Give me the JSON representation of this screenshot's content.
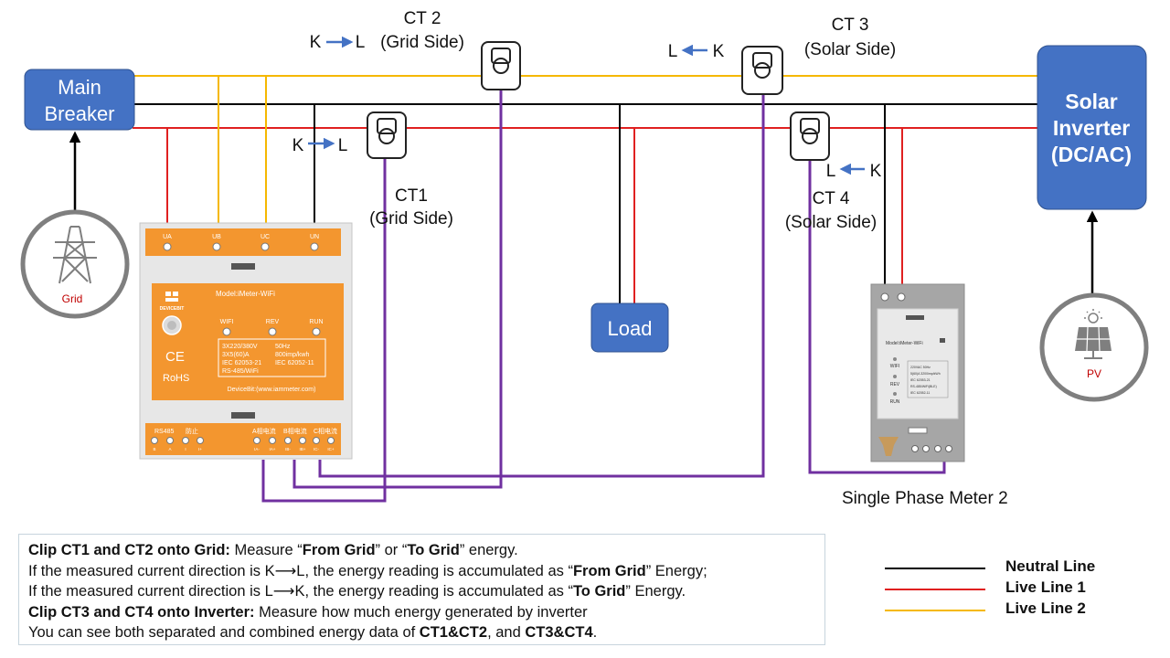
{
  "colors": {
    "neutral": "#000000",
    "live1": "#e02020",
    "live2": "#f5b800",
    "ct_wire": "#7030a0",
    "box_blue": "#4472c4",
    "meter_orange": "#f3962f",
    "arrow_blue": "#4472c4"
  },
  "icons": [
    "pylon-icon",
    "solar-panel-icon",
    "ct-clamp-icon",
    "arrow-right-icon",
    "arrow-left-icon",
    "ce-mark-icon",
    "devicebit-logo-icon"
  ],
  "main_breaker": {
    "line1": "Main",
    "line2": "Breaker"
  },
  "solar_inverter": {
    "line1": "Solar",
    "line2": "Inverter",
    "line3": "(DC/AC)"
  },
  "load": "Load",
  "grid_label": "Grid",
  "pv_label": "PV",
  "ct1": {
    "name": "CT1",
    "side": "(Grid Side)",
    "dir_from": "K",
    "dir_to": "L"
  },
  "ct2": {
    "name": "CT 2",
    "side": "(Grid Side)",
    "dir_from": "K",
    "dir_to": "L"
  },
  "ct3": {
    "name": "CT 3",
    "side": "(Solar Side)",
    "dir_from": "L",
    "dir_to": "K"
  },
  "ct4": {
    "name": "CT 4",
    "side": "(Solar Side)",
    "dir_from": "L",
    "dir_to": "K"
  },
  "meter1": {
    "top_terminals": [
      "UA",
      "UB",
      "UC",
      "UN"
    ],
    "model": "Model:iMeter-WiFi",
    "brand": "DEVICEBIT",
    "leds": [
      "WIFI",
      "REV",
      "RUN"
    ],
    "spec_lines": [
      "3X220/380V",
      "3X5(60)A",
      "IEC 62053-21",
      "RS-485/WiFi"
    ],
    "spec_lines_right": [
      "50Hz",
      "800imp/kwh",
      "IEC 62052-11"
    ],
    "ce": "CE",
    "rohs": "RoHS",
    "website": "DeviceBit:(www.iammeter.com)",
    "bottom_groups": [
      "RS485",
      "防止",
      "A相电流",
      "B相电流",
      "C相电流"
    ],
    "bottom_pins": [
      "B",
      "A",
      "I",
      "I+",
      "IA-",
      "IA+",
      "IB-",
      "IB+",
      "IC-",
      "IC+"
    ]
  },
  "meter2": {
    "model": "Model:iMeter-WiFi",
    "leds": [
      "WIFI",
      "REV",
      "RUN"
    ],
    "specs": [
      "220VAC 50Hz",
      "5(60)A 3200imp/kWh",
      "IEC 62053-21",
      "RS-485/WiFi(BLE)",
      "IEC 62052-11"
    ],
    "caption": "Single Phase Meter 2"
  },
  "notes": {
    "l1_bold": "Clip CT1 and CT2 onto Grid:",
    "l1_a": " Measure “",
    "l1_b1": "From Grid",
    "l1_c": "” or “",
    "l1_b2": "To Grid",
    "l1_d": "” energy.",
    "l2_a": "If the measured current direction is K⟶L, the energy reading is accumulated as “",
    "l2_b": "From Grid",
    "l2_c": "” Energy;",
    "l3_a": "If the measured current direction is L⟶K, the energy reading is accumulated as “",
    "l3_b": "To Grid",
    "l3_c": "” Energy.",
    "l4_bold": "Clip CT3 and CT4 onto Inverter:",
    "l4_a": " Measure how much energy generated by inverter",
    "l5_a": "You can see both separated and combined energy data of ",
    "l5_b1": "CT1&CT2",
    "l5_c": ", and ",
    "l5_b2": "CT3&CT4",
    "l5_d": "."
  },
  "legend": [
    {
      "label": "Neutral Line",
      "color": "#000000"
    },
    {
      "label": "Live Line 1",
      "color": "#e02020"
    },
    {
      "label": "Live Line 2",
      "color": "#f5b800"
    }
  ]
}
